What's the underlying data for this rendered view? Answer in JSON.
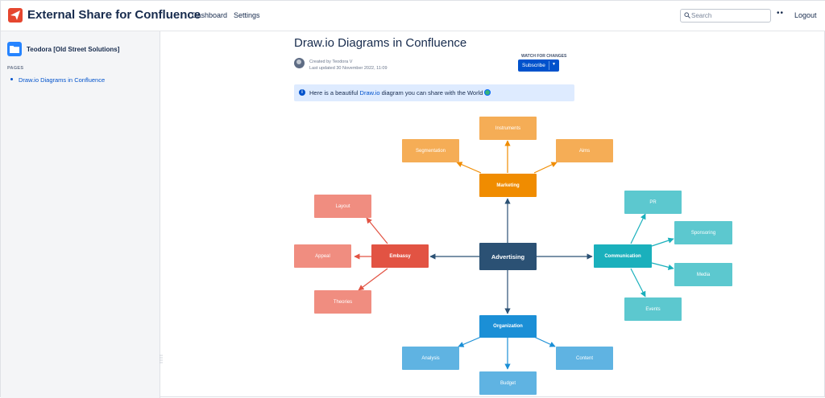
{
  "header": {
    "app_title": "External Share for Confluence",
    "nav": [
      {
        "label": "Dashboard"
      },
      {
        "label": "Settings"
      }
    ],
    "search_placeholder": "Search",
    "more_glyph": "••",
    "logout_label": "Logout"
  },
  "sidebar": {
    "space_name": "Teodora [Old Street Solutions]",
    "pages_heading": "PAGES",
    "pages": [
      {
        "label": "Draw.io Diagrams in Confluence"
      }
    ]
  },
  "page": {
    "title": "Draw.io Diagrams in Confluence",
    "created_by": "Created by Teodora V",
    "last_updated": "Last updated 30 November 2022, 11:09",
    "watch_label": "WATCH FOR CHANGES",
    "subscribe_label": "Subscribe",
    "info": {
      "prefix": "Here is a beautiful ",
      "link": "Draw.io",
      "suffix": " diagram you can share with the World"
    }
  },
  "colors": {
    "accent": "#0052cc",
    "center": "#2b5174",
    "marketing_main": "#f08c00",
    "marketing_leaf": "#f5ad56",
    "embassy_main": "#e25343",
    "embassy_leaf": "#f08d80",
    "communication_main": "#1ab0bc",
    "communication_leaf": "#5cc8cf",
    "organization_main": "#1b8fd6",
    "organization_leaf": "#5fb3e2"
  },
  "diagram": {
    "center": "Advertising",
    "branches": {
      "marketing": {
        "label": "Marketing",
        "leaves": [
          "Instruments",
          "Segmentation",
          "Aims"
        ]
      },
      "embassy": {
        "label": "Embassy",
        "leaves": [
          "Layout",
          "Appeal",
          "Theories"
        ]
      },
      "communication": {
        "label": "Communication",
        "leaves": [
          "PR",
          "Sponsoring",
          "Media",
          "Events"
        ]
      },
      "organization": {
        "label": "Organization",
        "leaves": [
          "Analysis",
          "Content",
          "Budget"
        ]
      }
    }
  }
}
